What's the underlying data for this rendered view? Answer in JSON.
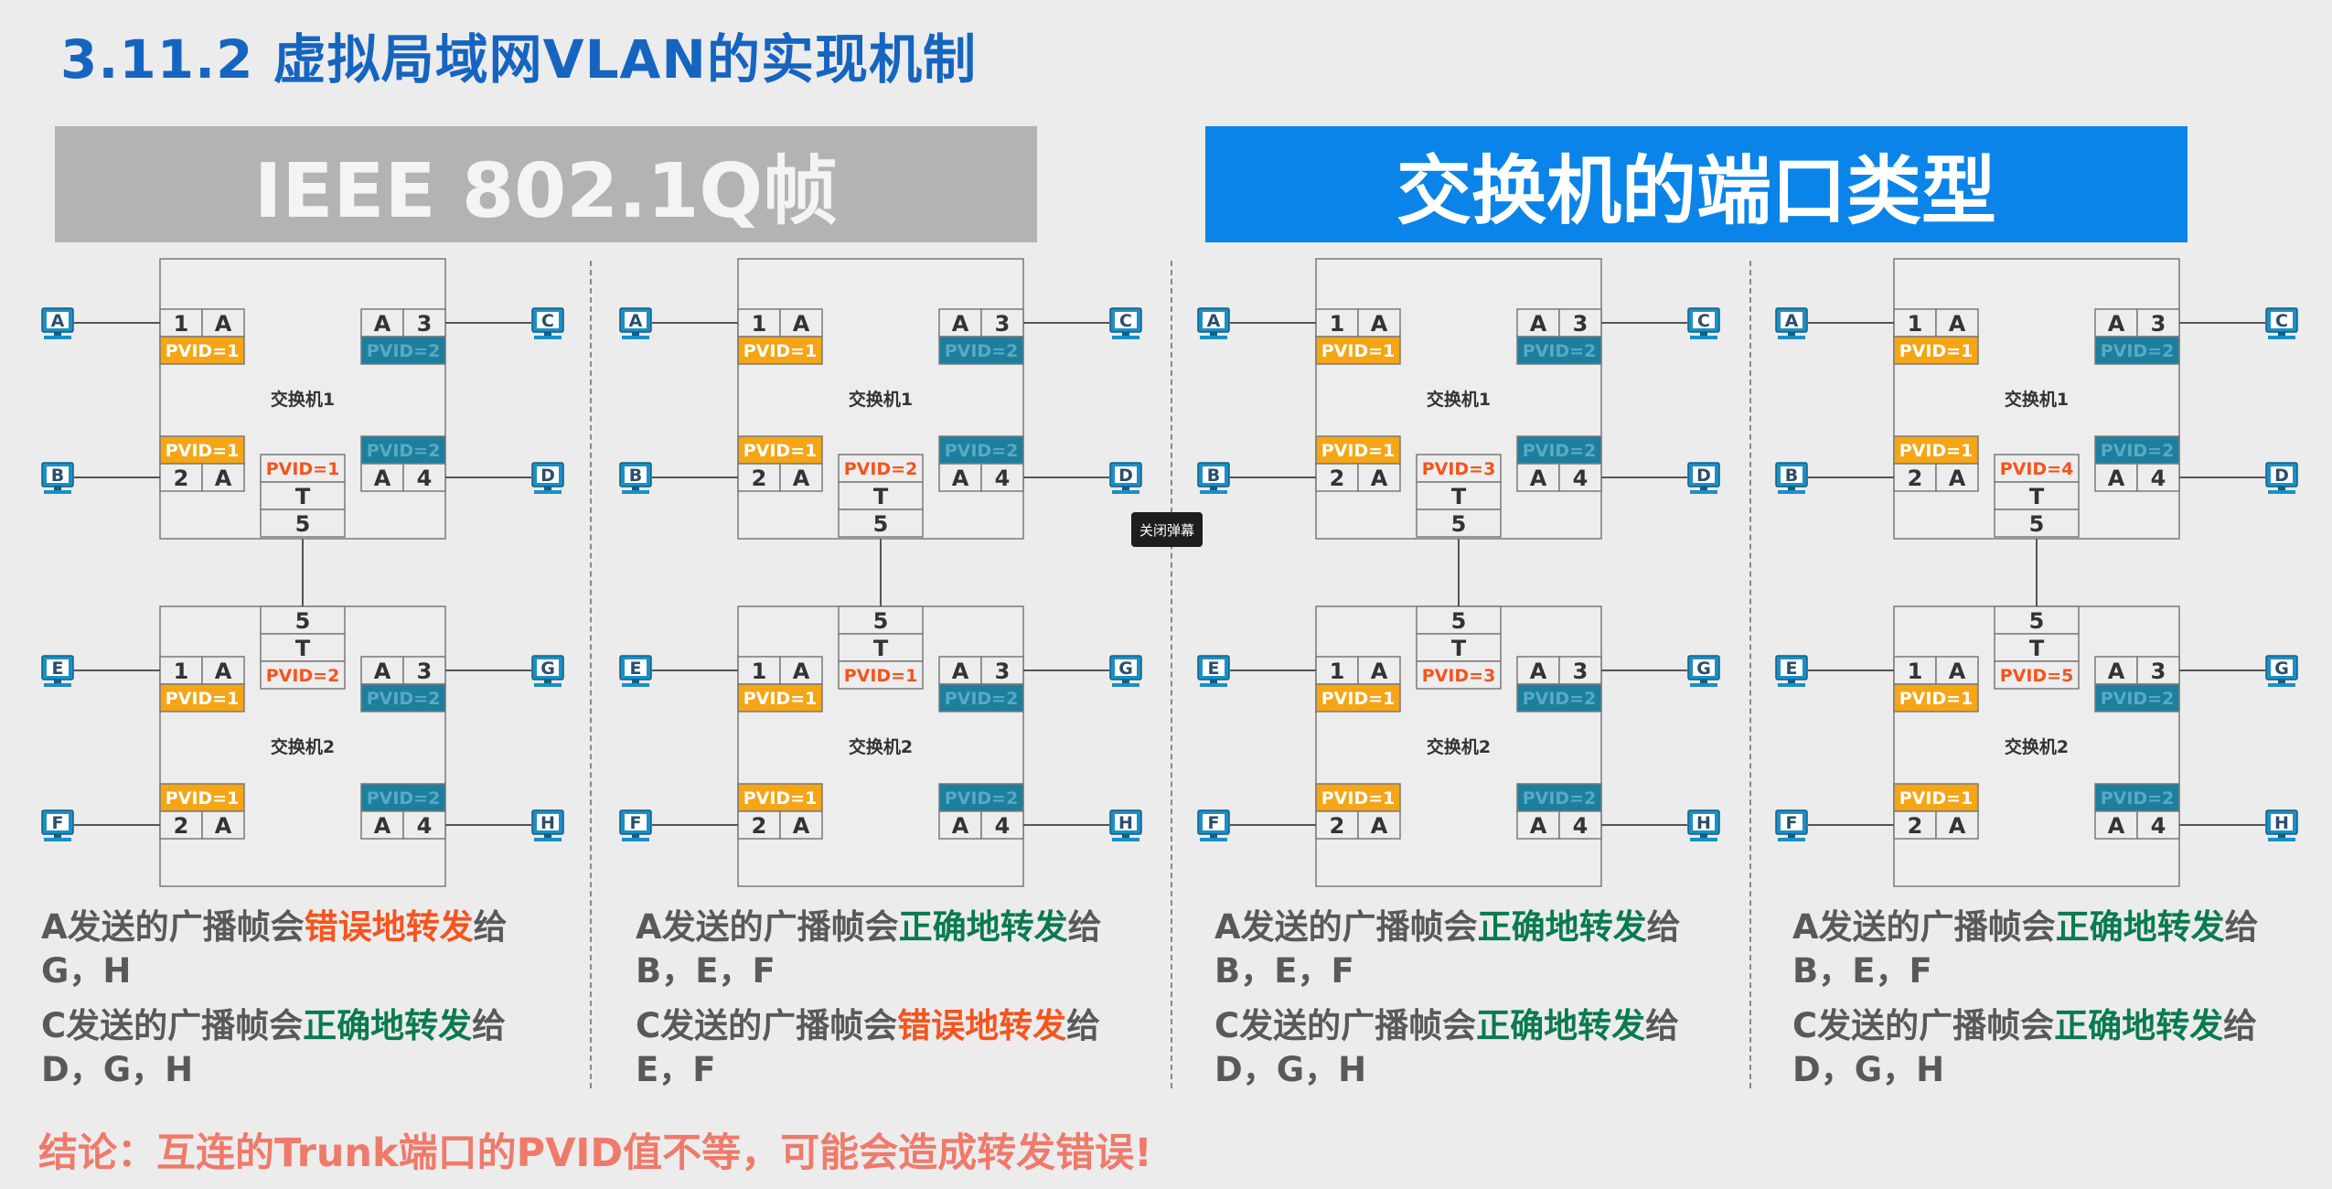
{
  "title": "3.11.2 虚拟局域网VLAN的实现机制",
  "banners": {
    "left": "IEEE 802.1Q帧",
    "right": "交换机的端口类型"
  },
  "danmaku_close": "关闭弹幕",
  "conclusion": "结论：互连的Trunk端口的PVID值不等，可能会造成转发错误!",
  "common": {
    "switch1": "交换机1",
    "switch2": "交换机2",
    "trunk": "T",
    "uplink_port": "5",
    "access": "A",
    "pvid_vlan1": "PVID=1",
    "pvid_vlan2": "PVID=2",
    "port_numbers": [
      "1",
      "2",
      "3",
      "4"
    ],
    "hosts": [
      "A",
      "B",
      "C",
      "D",
      "E",
      "F",
      "G",
      "H"
    ]
  },
  "panels": [
    {
      "trunk_pvid_top": "PVID=1",
      "trunk_pvid_bottom": "PVID=2",
      "a_prefix": "A发送的广播帧会",
      "a_status": "错误地转发",
      "a_status_type": "error",
      "a_suffix": "给",
      "a_targets": "G，H",
      "c_prefix": "C发送的广播帧会",
      "c_status": "正确地转发",
      "c_status_type": "ok",
      "c_suffix": "给",
      "c_targets": "D，G，H"
    },
    {
      "trunk_pvid_top": "PVID=2",
      "trunk_pvid_bottom": "PVID=1",
      "a_prefix": "A发送的广播帧会",
      "a_status": "正确地转发",
      "a_status_type": "ok",
      "a_suffix": "给",
      "a_targets": "B，E，F",
      "c_prefix": "C发送的广播帧会",
      "c_status": "错误地转发",
      "c_status_type": "error",
      "c_suffix": "给",
      "c_targets": "E，F"
    },
    {
      "trunk_pvid_top": "PVID=3",
      "trunk_pvid_bottom": "PVID=3",
      "a_prefix": "A发送的广播帧会",
      "a_status": "正确地转发",
      "a_status_type": "ok",
      "a_suffix": "给",
      "a_targets": "B，E，F",
      "c_prefix": "C发送的广播帧会",
      "c_status": "正确地转发",
      "c_status_type": "ok",
      "c_suffix": "给",
      "c_targets": "D，G，H"
    },
    {
      "trunk_pvid_top": "PVID=4",
      "trunk_pvid_bottom": "PVID=5",
      "a_prefix": "A发送的广播帧会",
      "a_status": "正确地转发",
      "a_status_type": "ok",
      "a_suffix": "给",
      "a_targets": "B，E，F",
      "c_prefix": "C发送的广播帧会",
      "c_status": "正确地转发",
      "c_status_type": "ok",
      "c_suffix": "给",
      "c_targets": "D，G，H"
    }
  ],
  "colors": {
    "vlan1": "#f5a515",
    "vlan2": "#1c7f9e",
    "trunk_pvid_text": "#f4541e",
    "host_icon": "#1b8fc4"
  }
}
